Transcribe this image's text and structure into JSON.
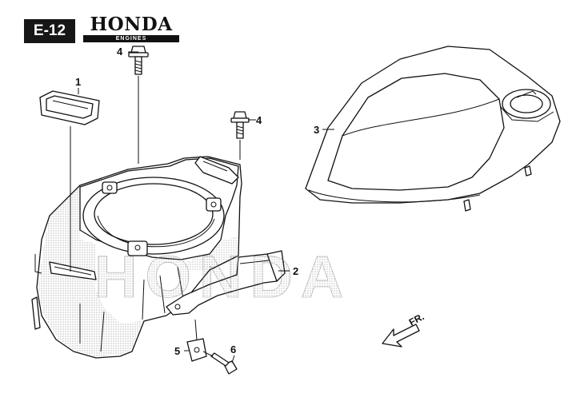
{
  "header": {
    "section_code": "E-12",
    "brand_name": "HONDA",
    "brand_subtitle": "ENGINES"
  },
  "callouts": [
    {
      "id": "1",
      "part": "grommet"
    },
    {
      "id": "2",
      "part": "bracket-arm"
    },
    {
      "id": "3",
      "part": "engine-cover"
    },
    {
      "id": "4",
      "part": "flange-bolt"
    },
    {
      "id": "5",
      "part": "clip-nut"
    },
    {
      "id": "6",
      "part": "screw"
    }
  ],
  "watermark": "HONDA",
  "direction_label": "FR.",
  "colors": {
    "ink": "#111111",
    "paper": "#ffffff",
    "badge_bg": "#161616"
  }
}
